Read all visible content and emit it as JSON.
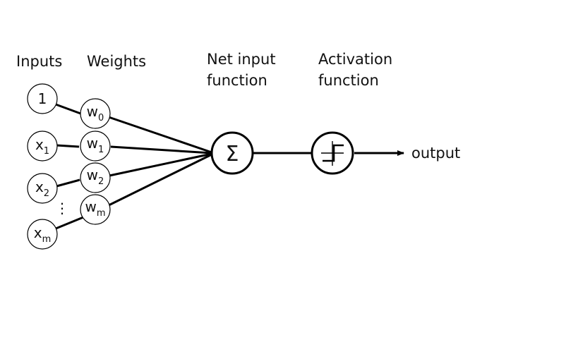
{
  "headers": {
    "inputs": "Inputs",
    "weights": "Weights",
    "net_input_line1": "Net input",
    "net_input_line2": "function",
    "activation_line1": "Activation",
    "activation_line2": "function"
  },
  "inputs": [
    {
      "base": "1",
      "sub": ""
    },
    {
      "base": "x",
      "sub": "1"
    },
    {
      "base": "x",
      "sub": "2"
    },
    {
      "base": "x",
      "sub": "m"
    }
  ],
  "weights": [
    {
      "base": "w",
      "sub": "0"
    },
    {
      "base": "w",
      "sub": "1"
    },
    {
      "base": "w",
      "sub": "2"
    },
    {
      "base": "w",
      "sub": "m"
    }
  ],
  "ellipsis": "⋮",
  "summation_symbol": "Σ",
  "output_label": "output",
  "icons": {
    "net_input": "sigma-icon",
    "activation": "step-function-icon"
  }
}
